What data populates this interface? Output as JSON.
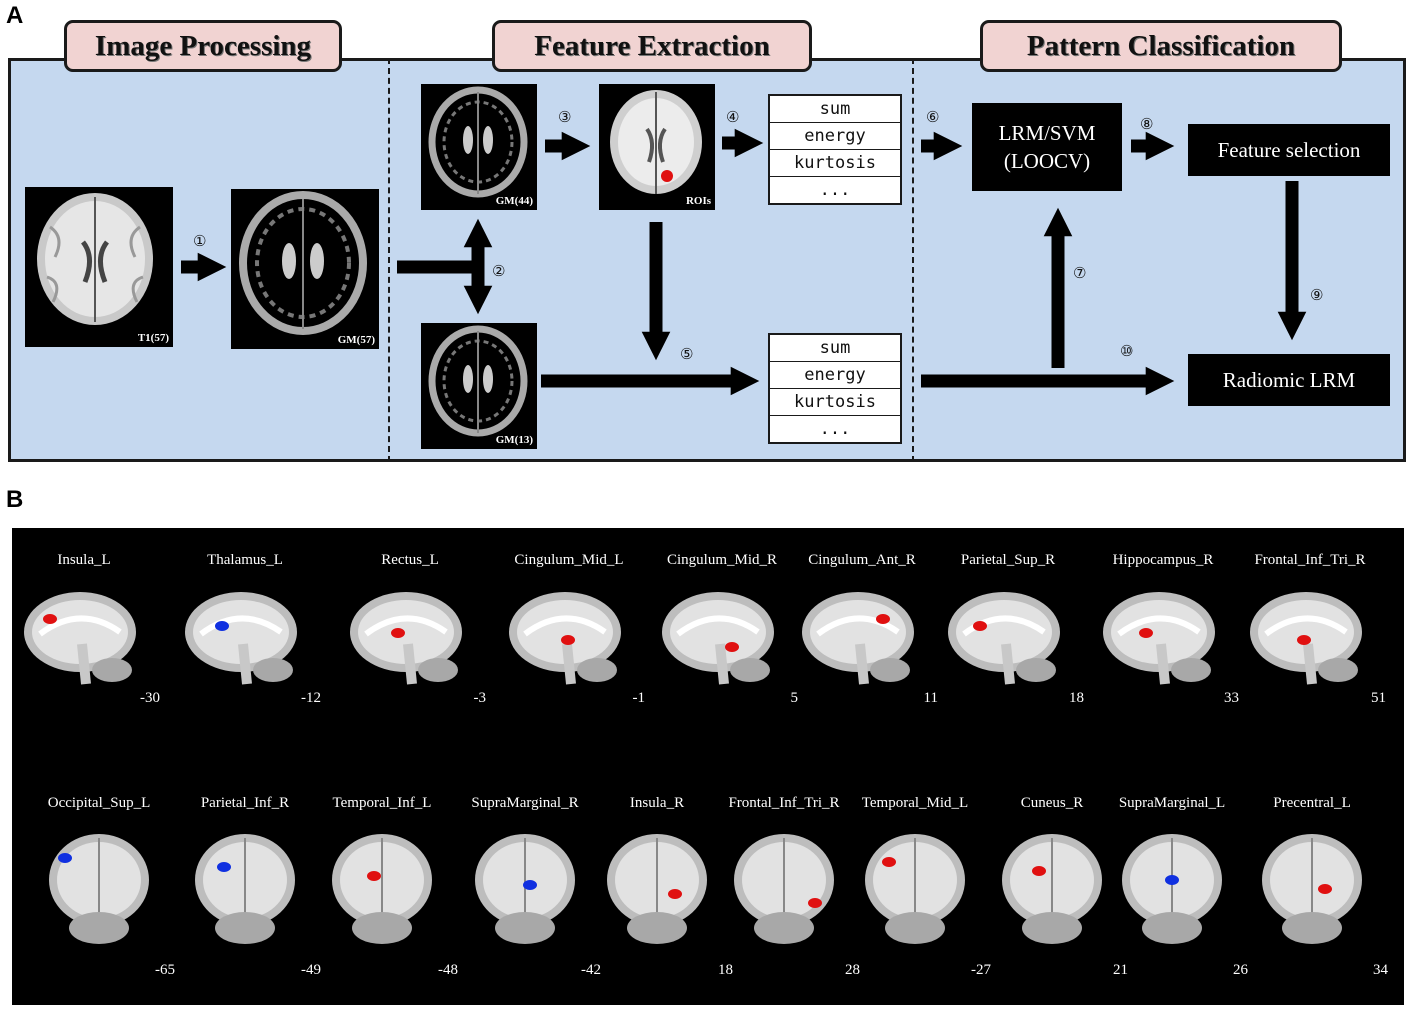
{
  "panel_letters": {
    "a": "A",
    "b": "B"
  },
  "panel_a": {
    "sections": [
      {
        "title": "Image Processing"
      },
      {
        "title": "Feature Extraction"
      },
      {
        "title": "Pattern Classification"
      }
    ],
    "images": {
      "t1": "T1(57)",
      "gm57": "GM(57)",
      "gm44": "GM(44)",
      "rois": "ROIs",
      "gm13": "GM(13)"
    },
    "feature_rows": [
      "sum",
      "energy",
      "kurtosis",
      "..."
    ],
    "steps": [
      "①",
      "②",
      "③",
      "④",
      "⑤",
      "⑥",
      "⑦",
      "⑧",
      "⑨",
      "⑩"
    ],
    "boxes": {
      "lrm_svm_line1": "LRM/SVM",
      "lrm_svm_line2": "(LOOCV)",
      "feature_selection": "Feature selection",
      "radiomic_lrm": "Radiomic LRM"
    },
    "colors": {
      "panel_bg": "#c5d8ef",
      "title_bg": "#f1d3d2"
    }
  },
  "panel_b": {
    "row1": [
      {
        "label": "Insula_L",
        "slice": "-30",
        "color": "#e01010"
      },
      {
        "label": "Thalamus_L",
        "slice": "-12",
        "color": "#1030e0"
      },
      {
        "label": "Rectus_L",
        "slice": "-3",
        "color": "#e01010"
      },
      {
        "label": "Cingulum_Mid_L",
        "slice": "-1",
        "color": "#e01010"
      },
      {
        "label": "Cingulum_Mid_R",
        "slice": "5",
        "color": "#e01010"
      },
      {
        "label": "Cingulum_Ant_R",
        "slice": "11",
        "color": "#e01010"
      },
      {
        "label": "Parietal_Sup_R",
        "slice": "18",
        "color": "#e01010"
      },
      {
        "label": "Hippocampus_R",
        "slice": "33",
        "color": "#e01010"
      },
      {
        "label": "Frontal_Inf_Tri_R",
        "slice": "51",
        "color": "#e01010"
      }
    ],
    "row2": [
      {
        "label": "Occipital_Sup_L",
        "slice": "-65",
        "color": "#1030e0"
      },
      {
        "label": "Parietal_Inf_R",
        "slice": "-49",
        "color": "#1030e0"
      },
      {
        "label": "Temporal_Inf_L",
        "slice": "-48",
        "color": "#e01010"
      },
      {
        "label": "SupraMarginal_R",
        "slice": "-42",
        "color": "#1030e0"
      },
      {
        "label": "Insula_R",
        "slice": "18",
        "color": "#e01010"
      },
      {
        "label": "Frontal_Inf_Tri_R",
        "slice": "28",
        "color": "#e01010"
      },
      {
        "label": "Temporal_Mid_L",
        "slice": "-27",
        "color": "#e01010"
      },
      {
        "label": "Cuneus_R",
        "slice": "21",
        "color": "#e01010"
      },
      {
        "label": "SupraMarginal_L",
        "slice": "26",
        "color": "#1030e0"
      },
      {
        "label": "Precentral_L",
        "slice": "34",
        "color": "#e01010"
      }
    ]
  }
}
